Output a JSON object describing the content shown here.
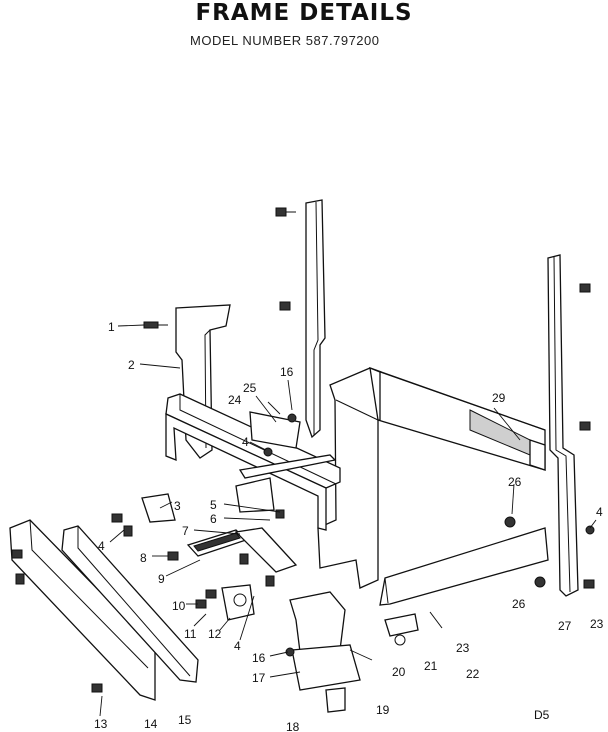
{
  "header": {
    "title": "FRAME DETAILS",
    "model": "MODEL NUMBER 587.797200"
  },
  "page_code": "D5",
  "callouts": [
    {
      "id": "c1",
      "text": "1"
    },
    {
      "id": "c2",
      "text": "2"
    },
    {
      "id": "c3",
      "text": "3"
    },
    {
      "id": "c4a",
      "text": "4"
    },
    {
      "id": "c4b",
      "text": "4"
    },
    {
      "id": "c4c",
      "text": "4"
    },
    {
      "id": "c4d",
      "text": "4"
    },
    {
      "id": "c5",
      "text": "5"
    },
    {
      "id": "c6",
      "text": "6"
    },
    {
      "id": "c7",
      "text": "7"
    },
    {
      "id": "c8",
      "text": "8"
    },
    {
      "id": "c9",
      "text": "9"
    },
    {
      "id": "c10",
      "text": "10"
    },
    {
      "id": "c11",
      "text": "11"
    },
    {
      "id": "c12",
      "text": "12"
    },
    {
      "id": "c13",
      "text": "13"
    },
    {
      "id": "c14",
      "text": "14"
    },
    {
      "id": "c15",
      "text": "15"
    },
    {
      "id": "c16a",
      "text": "16"
    },
    {
      "id": "c16b",
      "text": "16"
    },
    {
      "id": "c17",
      "text": "17"
    },
    {
      "id": "c18",
      "text": "18"
    },
    {
      "id": "c19",
      "text": "19"
    },
    {
      "id": "c20",
      "text": "20"
    },
    {
      "id": "c21",
      "text": "21"
    },
    {
      "id": "c22",
      "text": "22"
    },
    {
      "id": "c23a",
      "text": "23"
    },
    {
      "id": "c23b",
      "text": "23"
    },
    {
      "id": "c24",
      "text": "24"
    },
    {
      "id": "c25",
      "text": "25"
    },
    {
      "id": "c26a",
      "text": "26"
    },
    {
      "id": "c26b",
      "text": "26"
    },
    {
      "id": "c27",
      "text": "27"
    },
    {
      "id": "c29",
      "text": "29"
    }
  ]
}
